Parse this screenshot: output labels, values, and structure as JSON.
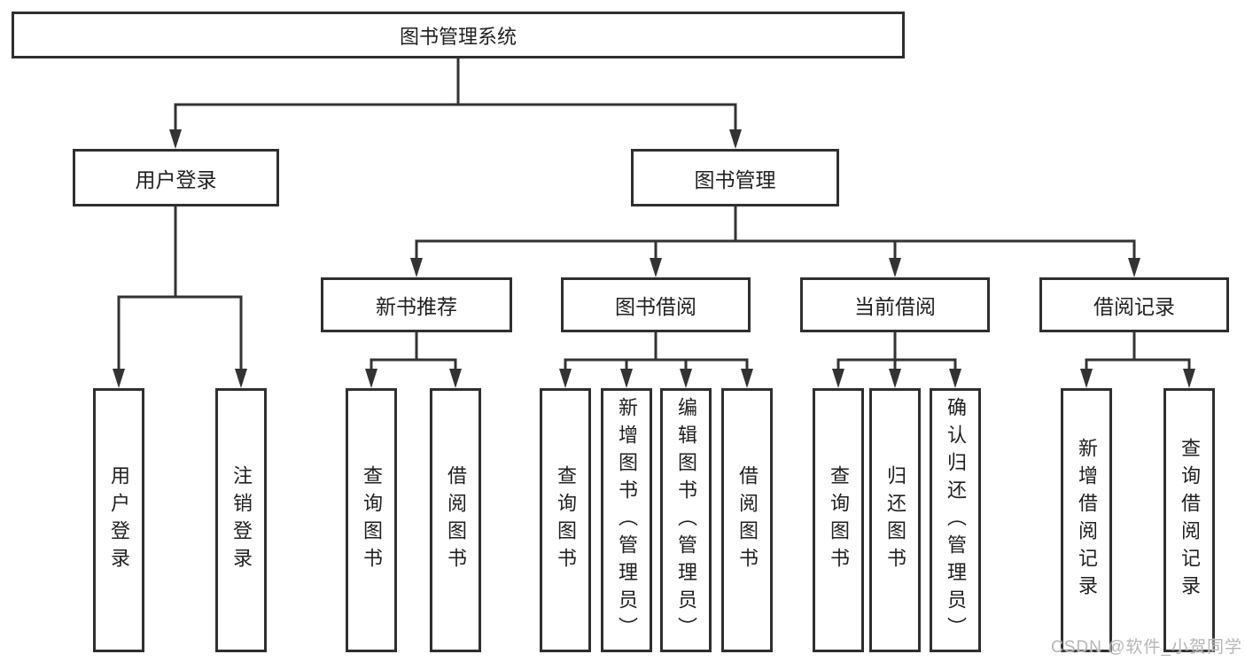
{
  "nodes": {
    "root": "图书管理系统",
    "level2": [
      "用户登录",
      "图书管理"
    ],
    "level3": [
      "新书推荐",
      "图书借阅",
      "当前借阅",
      "借阅记录"
    ],
    "leaves_user_login": [
      "用户登录",
      "注销登录"
    ],
    "leaves_new_books": [
      "查询图书",
      "借阅图书"
    ],
    "leaves_book_borrow": [
      "查询图书",
      "新增图书（管理员）",
      "编辑图书（管理员）",
      "借阅图书"
    ],
    "leaves_current_borrow": [
      "查询图书",
      "归还图书",
      "确认归还（管理员）"
    ],
    "leaves_borrow_records": [
      "新增借阅记录",
      "查询借阅记录"
    ]
  },
  "watermark": {
    "text": "CSDN @软件_小贺同学"
  },
  "colors": {
    "line": "#333333",
    "box_border": "#2f2f2f",
    "text": "#1f1f1f",
    "watermark": "#b5b5b5",
    "background": "#ffffff"
  }
}
